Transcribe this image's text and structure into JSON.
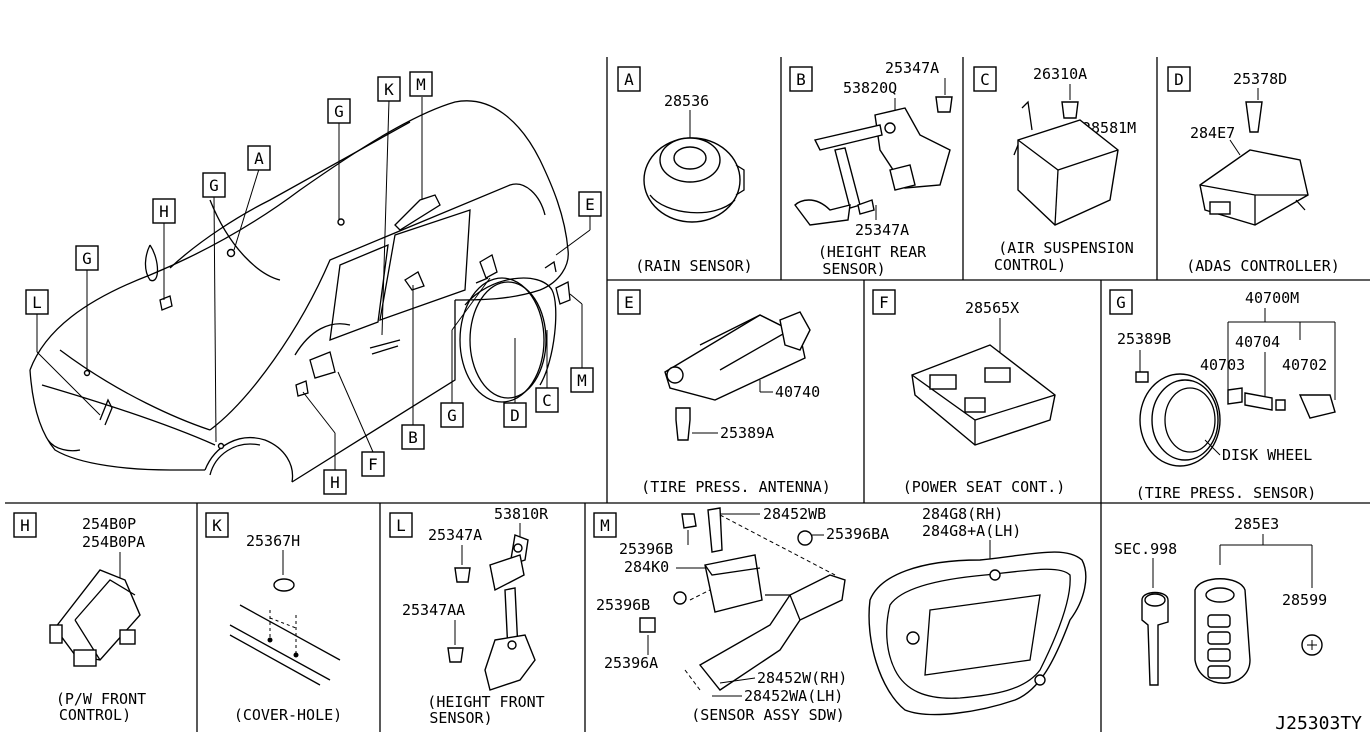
{
  "diagram_id": "J25303TY",
  "main_view": {
    "callouts": [
      "M",
      "K",
      "G",
      "A",
      "G",
      "H",
      "G",
      "L",
      "E",
      "M",
      "C",
      "D",
      "G",
      "B",
      "F",
      "H"
    ]
  },
  "panels": {
    "A": {
      "letter": "A",
      "parts": [
        "28536"
      ],
      "caption": [
        "(RAIN SENSOR)"
      ]
    },
    "B": {
      "letter": "B",
      "parts": [
        "25347A",
        "53820Q",
        "25347A"
      ],
      "caption": [
        "(HEIGHT REAR",
        "SENSOR)"
      ]
    },
    "C": {
      "letter": "C",
      "parts": [
        "26310A",
        "28581M"
      ],
      "caption": [
        "(AIR SUSPENSION",
        "CONTROL)"
      ]
    },
    "D": {
      "letter": "D",
      "parts": [
        "25378D",
        "284E7"
      ],
      "caption": [
        "(ADAS CONTROLLER)"
      ]
    },
    "E": {
      "letter": "E",
      "parts": [
        "40740",
        "25389A"
      ],
      "caption": [
        "(TIRE PRESS. ANTENNA)"
      ]
    },
    "F": {
      "letter": "F",
      "parts": [
        "28565X"
      ],
      "caption": [
        "(POWER SEAT CONT.)"
      ]
    },
    "G": {
      "letter": "G",
      "parts": [
        "40700M",
        "40704",
        "25389B",
        "40703",
        "40702"
      ],
      "disk": "DISK WHEEL",
      "caption": [
        "(TIRE PRESS. SENSOR)"
      ]
    },
    "H": {
      "letter": "H",
      "parts": [
        "254B0P",
        "254B0PA"
      ],
      "caption": [
        "(P/W FRONT",
        "CONTROL)"
      ]
    },
    "K": {
      "letter": "K",
      "parts": [
        "25367H"
      ],
      "caption": [
        "(COVER-HOLE)"
      ]
    },
    "L": {
      "letter": "L",
      "parts": [
        "53810R",
        "25347A",
        "25347AA"
      ],
      "caption": [
        "(HEIGHT FRONT",
        "SENSOR)"
      ]
    },
    "M": {
      "letter": "M",
      "parts": [
        "28452WB",
        "25396B",
        "25396BA",
        "284K0",
        "25396B",
        "25396A",
        "28452W(RH)",
        "28452WA(LH)",
        "284G8(RH)",
        "284G8+A(LH)"
      ],
      "caption": [
        "(SENSOR ASSY SDW)"
      ]
    },
    "key": {
      "parts": [
        "285E3",
        "SEC.998",
        "28599"
      ]
    }
  }
}
